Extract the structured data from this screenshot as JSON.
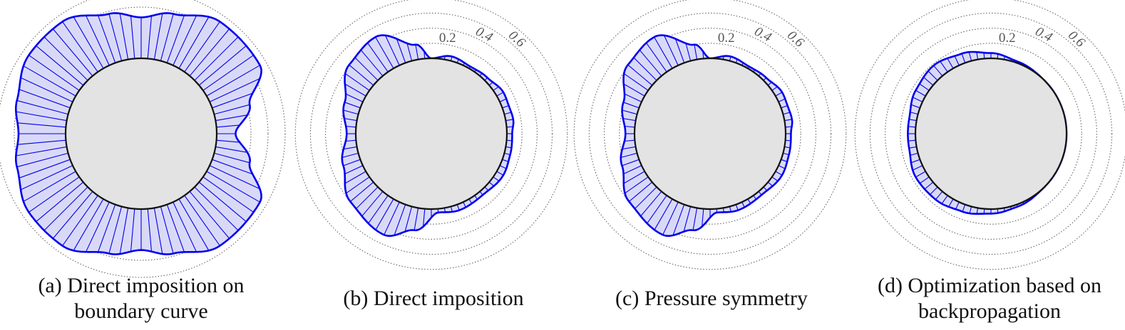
{
  "colors": {
    "boundary": "#0000ee",
    "fill": "#d9d9f7",
    "cylinder": "#e3e3e3",
    "cylinder_edge": "#111111",
    "rings": "#666666",
    "label": "#555555"
  },
  "ring_labels": [
    "0.2",
    "0.4",
    "0.6"
  ],
  "panels": [
    {
      "id": "a",
      "caption_line1": "(a)  Direct imposition on",
      "caption_line2": "boundary curve",
      "show_ring_labels": false,
      "rings": [
        0.2,
        0.4,
        0.6,
        0.8
      ],
      "profile": [
        [
          0,
          0.22
        ],
        [
          15,
          0.43
        ],
        [
          30,
          0.72
        ],
        [
          55,
          0.72
        ],
        [
          75,
          0.57
        ],
        [
          90,
          0.48
        ],
        [
          105,
          0.57
        ],
        [
          125,
          0.72
        ],
        [
          145,
          0.72
        ],
        [
          165,
          0.62
        ],
        [
          180,
          0.55
        ],
        [
          195,
          0.62
        ],
        [
          215,
          0.72
        ],
        [
          235,
          0.72
        ],
        [
          255,
          0.57
        ],
        [
          270,
          0.48
        ],
        [
          285,
          0.57
        ],
        [
          305,
          0.72
        ],
        [
          330,
          0.72
        ],
        [
          345,
          0.43
        ],
        [
          360,
          0.22
        ]
      ]
    },
    {
      "id": "b",
      "caption_line1": "(b)  Direct imposition",
      "caption_line2": "",
      "show_ring_labels": true,
      "rings": [
        0.2,
        0.4,
        0.6,
        0.8
      ],
      "profile": [
        [
          0,
          0.07
        ],
        [
          10,
          0.1
        ],
        [
          20,
          0.09
        ],
        [
          30,
          0.1
        ],
        [
          45,
          0.05
        ],
        [
          60,
          0.03
        ],
        [
          75,
          0.06
        ],
        [
          90,
          0.0
        ],
        [
          100,
          0.2
        ],
        [
          120,
          0.48
        ],
        [
          140,
          0.42
        ],
        [
          160,
          0.22
        ],
        [
          180,
          0.12
        ],
        [
          200,
          0.24
        ],
        [
          220,
          0.4
        ],
        [
          245,
          0.48
        ],
        [
          260,
          0.3
        ],
        [
          275,
          0.05
        ],
        [
          290,
          0.08
        ],
        [
          310,
          0.06
        ],
        [
          330,
          0.1
        ],
        [
          345,
          0.08
        ],
        [
          360,
          0.07
        ]
      ]
    },
    {
      "id": "c",
      "caption_line1": "(c) Pressure symmetry",
      "caption_line2": "",
      "show_ring_labels": true,
      "rings": [
        0.2,
        0.4,
        0.6,
        0.8
      ],
      "profile": [
        [
          0,
          0.07
        ],
        [
          10,
          0.1
        ],
        [
          20,
          0.09
        ],
        [
          30,
          0.1
        ],
        [
          45,
          0.05
        ],
        [
          60,
          0.03
        ],
        [
          75,
          0.06
        ],
        [
          90,
          0.0
        ],
        [
          100,
          0.2
        ],
        [
          120,
          0.48
        ],
        [
          140,
          0.42
        ],
        [
          160,
          0.22
        ],
        [
          180,
          0.12
        ],
        [
          200,
          0.24
        ],
        [
          220,
          0.4
        ],
        [
          245,
          0.48
        ],
        [
          260,
          0.3
        ],
        [
          275,
          0.05
        ],
        [
          290,
          0.08
        ],
        [
          310,
          0.06
        ],
        [
          330,
          0.1
        ],
        [
          345,
          0.08
        ],
        [
          360,
          0.07
        ]
      ]
    },
    {
      "id": "d",
      "caption_line1": "(d) Optimization based on",
      "caption_line2": "backpropagation",
      "show_ring_labels": true,
      "rings": [
        0.2,
        0.4,
        0.6,
        0.8
      ],
      "profile": [
        [
          0,
          0.0
        ],
        [
          45,
          0.0
        ],
        [
          70,
          0.02
        ],
        [
          90,
          0.07
        ],
        [
          110,
          0.13
        ],
        [
          130,
          0.18
        ],
        [
          150,
          0.15
        ],
        [
          170,
          0.1
        ],
        [
          190,
          0.1
        ],
        [
          210,
          0.15
        ],
        [
          230,
          0.14
        ],
        [
          250,
          0.1
        ],
        [
          270,
          0.06
        ],
        [
          290,
          0.03
        ],
        [
          315,
          0.0
        ],
        [
          360,
          0.0
        ]
      ]
    }
  ]
}
